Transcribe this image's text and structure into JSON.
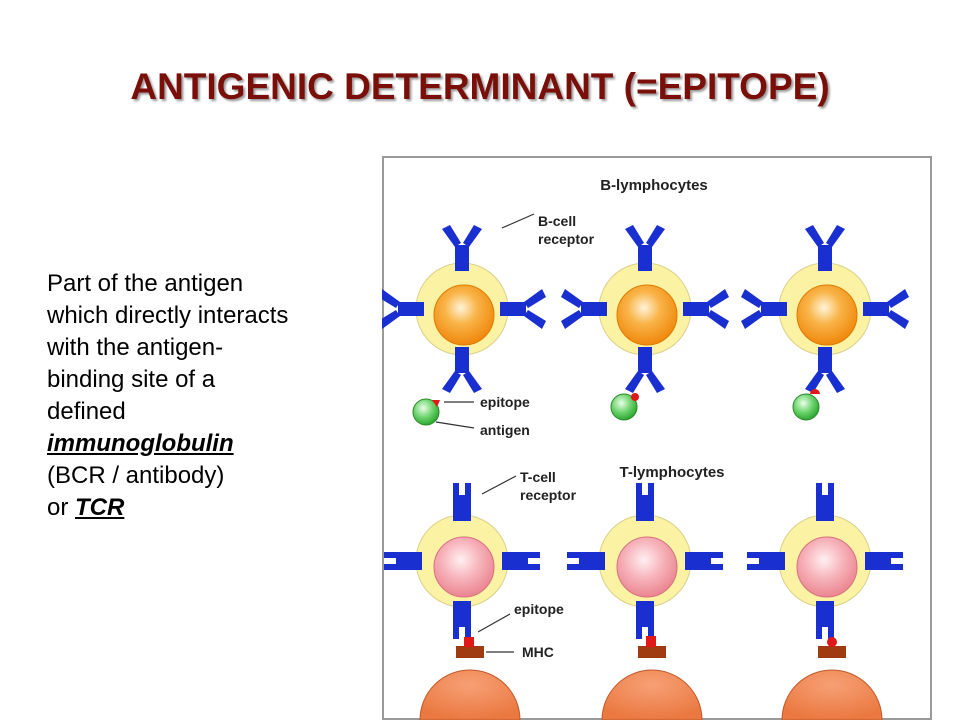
{
  "title": "ANTIGENIC DETERMINANT (=EPITOPE)",
  "body": {
    "line1": "Part of the antigen",
    "line2": "which directly interacts",
    "line3": "with the antigen-",
    "line4": "binding site of a",
    "line5": "defined",
    "emphasis1": "immunoglobulin",
    "line7": "(BCR / antibody)",
    "line8_prefix": "or ",
    "emphasis2": "TCR"
  },
  "figure": {
    "b_section_title": "B-lymphocytes",
    "b_receptor_label_1": "B-cell",
    "b_receptor_label_2": "receptor",
    "epitope_label": "epitope",
    "antigen_label": "antigen",
    "t_section_title": "T-lymphocytes",
    "t_receptor_label_1": "T-cell",
    "t_receptor_label_2": "receptor",
    "t_epitope_label": "epitope",
    "mhc_label": "MHC",
    "colors": {
      "receptor": "#1a2fd0",
      "cytoplasm": "#fbf3a3",
      "b_nucleus": "#f7a020",
      "t_nucleus": "#f4a0a8",
      "antigen": "#48c04a",
      "epitope": "#e01818",
      "apc": "#f08a55",
      "mhc": "#a03a10"
    }
  }
}
